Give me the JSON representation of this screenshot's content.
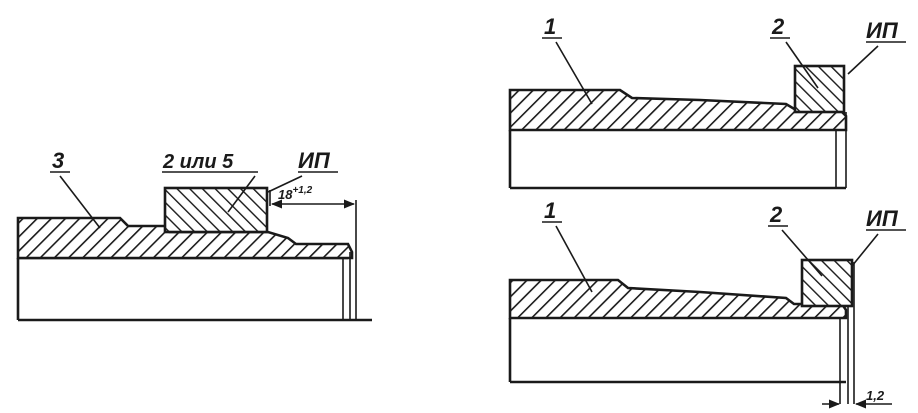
{
  "figure_left": {
    "label_part": "3",
    "label_insert": "2 или 5",
    "label_ip": "ИП",
    "dimension_base": "18",
    "dimension_tolerance": "+1,2"
  },
  "figure_right_top": {
    "label_part": "1",
    "label_insert": "2",
    "label_ip": "ИП"
  },
  "figure_right_bottom": {
    "label_part": "1",
    "label_insert": "2",
    "label_ip": "ИП",
    "dimension": "1,2"
  }
}
